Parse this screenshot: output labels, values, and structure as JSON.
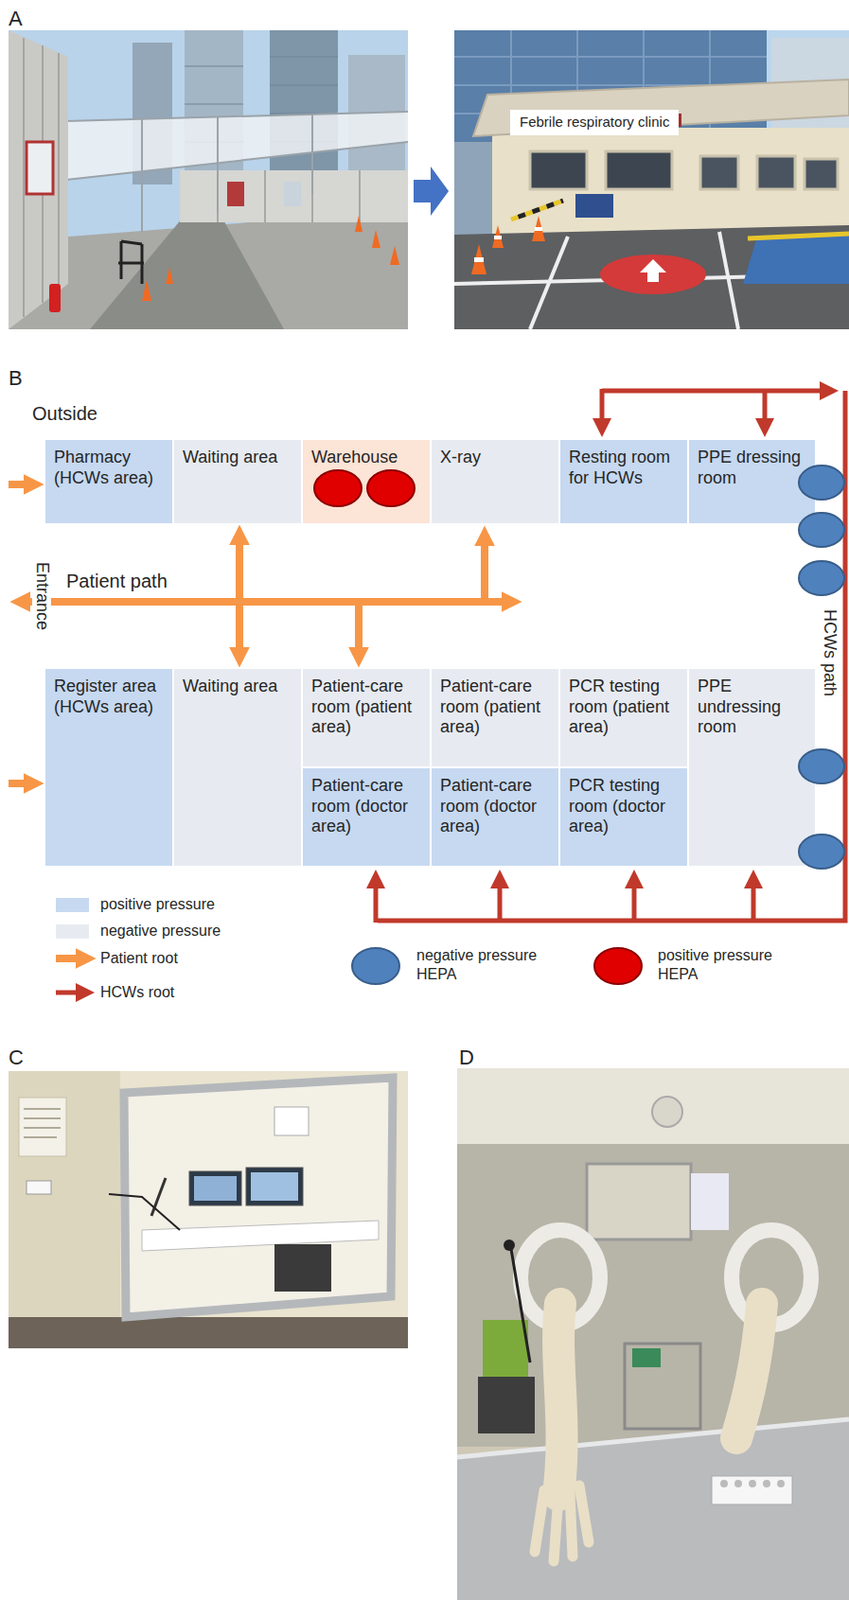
{
  "diagram": {
    "nodes": [
      {
        "text": [
          "Febrile respiratory clinic"
        ]
      },
      {
        "text": [
          "Pharmacy (HCWs area)"
        ]
      },
      {
        "text": [
          "Waiting area"
        ]
      },
      {
        "text": [
          "Warehouse"
        ]
      },
      {
        "text": [
          "X-ray"
        ]
      },
      {
        "text": [
          "Resting room for HCWs"
        ]
      },
      {
        "text": [
          "PPE dressing room"
        ]
      },
      {
        "text": [
          "Register area (HCWs area)"
        ]
      },
      {
        "text": [
          "Waiting area"
        ]
      },
      {
        "text": [
          "Patient-care room (patient area)"
        ]
      },
      {
        "text": [
          "Patient-care room (patient area)"
        ]
      },
      {
        "text": [
          "PCR testing room (patient area)"
        ]
      },
      {
        "text": [
          "PPE undressing room"
        ]
      },
      {
        "text": [
          "Patient-care room (doctor area)"
        ]
      },
      {
        "text": [
          "Patient-care room (doctor area)"
        ]
      },
      {
        "text": [
          "PCR testing room (doctor area)"
        ]
      }
    ],
    "edges": [
      {
        "from": 2,
        "to": 8,
        "arrow": "both"
      }
    ],
    "labels": [
      "A",
      "B",
      "C",
      "D",
      "Outside",
      "Patient path",
      "Entrance",
      "HCWs path"
    ],
    "legend": [
      {
        "text": "positive pressure",
        "color": "#c6d9f1"
      },
      {
        "text": "negative pressure",
        "color": "#e7ebf1"
      },
      {
        "text": "Patient root"
      },
      {
        "text": "HCWs root"
      },
      {
        "text": "negative pressure HEPA"
      },
      {
        "text": "positive pressure HEPA"
      }
    ]
  }
}
